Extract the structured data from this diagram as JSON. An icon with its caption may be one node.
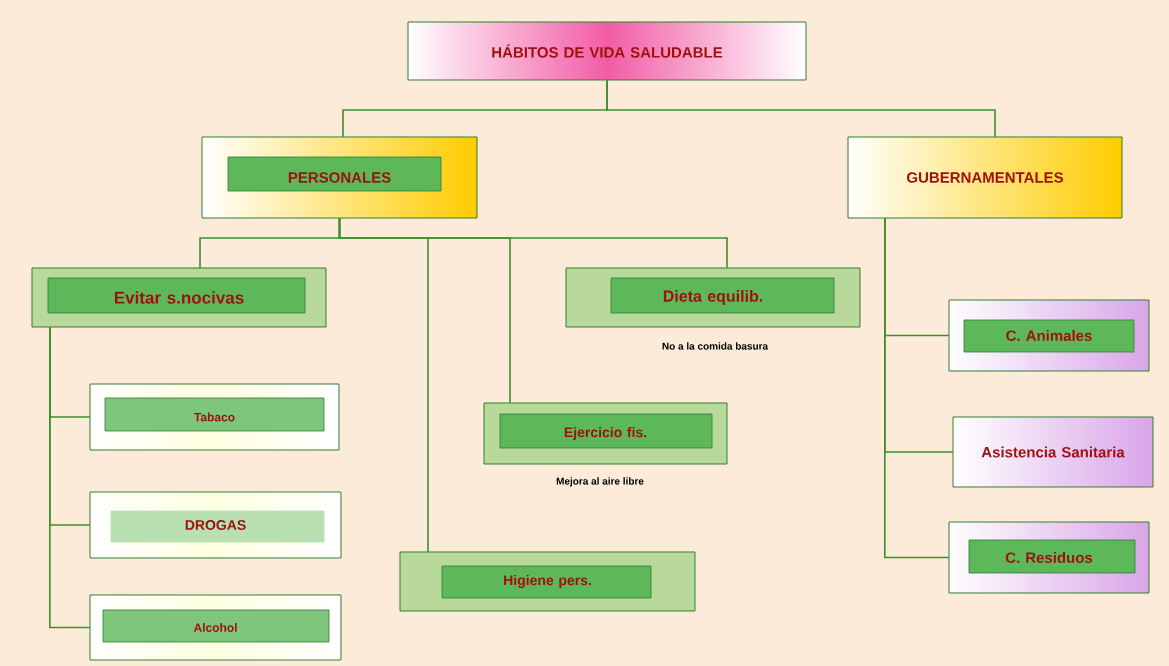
{
  "diagram": {
    "nodes": [
      {
        "text": [
          "HÁBITOS DE VIDA SALUDABLE"
        ]
      },
      {
        "text": [
          "PERSONALES"
        ]
      },
      {
        "text": [
          "GUBERNAMENTALES"
        ]
      },
      {
        "text": [
          "Evitar s.nocivas"
        ]
      },
      {
        "text": [
          "Dieta equilib."
        ],
        "beside": [
          "No a la comida basura"
        ]
      },
      {
        "text": [
          "Tabaco"
        ]
      },
      {
        "text": [
          "DROGAS"
        ]
      },
      {
        "text": [
          "Alcohol"
        ]
      },
      {
        "text": [
          "Ejercicio fis."
        ],
        "beside": [
          "Mejora al aire libre"
        ]
      },
      {
        "text": [
          "Higiene pers."
        ]
      },
      {
        "text": [
          "C. Animales"
        ]
      },
      {
        "text": [
          "Asistencia Sanitaria"
        ]
      },
      {
        "text": [
          "C. Residuos"
        ]
      }
    ],
    "edges": [
      {
        "from": 0,
        "to": 1,
        "arrow": "none"
      },
      {
        "from": 0,
        "to": 2,
        "arrow": "none"
      },
      {
        "from": 1,
        "to": 3,
        "arrow": "none"
      },
      {
        "from": 1,
        "to": 9,
        "arrow": "none"
      },
      {
        "from": 1,
        "to": 8,
        "arrow": "none"
      },
      {
        "from": 1,
        "to": 4,
        "arrow": "none"
      },
      {
        "from": 3,
        "to": 5,
        "arrow": "none"
      },
      {
        "from": 3,
        "to": 6,
        "arrow": "none"
      },
      {
        "from": 3,
        "to": 7,
        "arrow": "none"
      },
      {
        "from": 2,
        "to": 10,
        "arrow": "none"
      },
      {
        "from": 2,
        "to": 11,
        "arrow": "none"
      },
      {
        "from": 2,
        "to": 12,
        "arrow": "none"
      }
    ]
  }
}
